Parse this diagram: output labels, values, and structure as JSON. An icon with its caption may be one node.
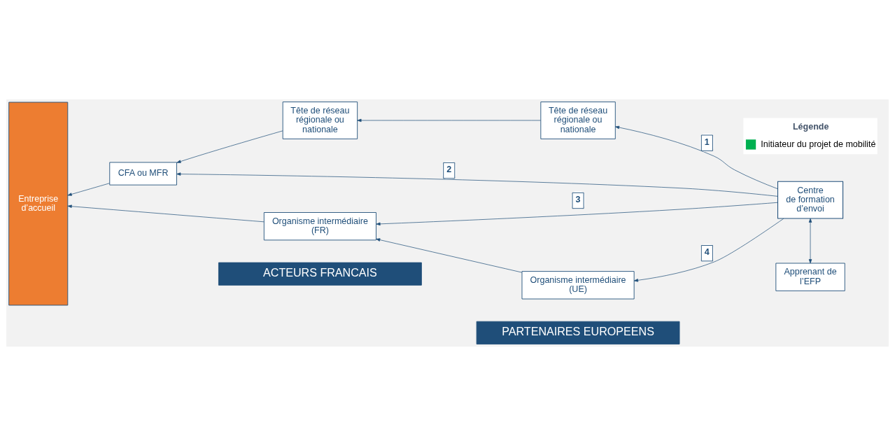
{
  "diagram": {
    "nodes": [
      {
        "text": [
          "ACTEURS FRANCAIS"
        ]
      },
      {
        "text": [
          "PARTENAIRES EUROPEENS"
        ]
      },
      {
        "text": [
          "Entreprise d’accueil"
        ]
      },
      {
        "text": [
          "Tête de réseau régionale ou nationale"
        ]
      },
      {
        "text": [
          "Tête de réseau régionale ou nationale"
        ]
      },
      {
        "text": [
          "CFA ou MFR"
        ]
      },
      {
        "text": [
          "Centre de formation d’envoi"
        ]
      },
      {
        "text": [
          "Apprenant de l’EFP"
        ]
      },
      {
        "text": [
          "Organisme intermédiaire (FR)"
        ]
      },
      {
        "text": [
          "Organisme intermédiaire (UE)"
        ]
      }
    ],
    "edges": [
      {
        "from": 4,
        "to": 3,
        "arrow": "to"
      },
      {
        "from": 3,
        "to": 5,
        "arrow": "to"
      },
      {
        "from": 5,
        "to": 2,
        "arrow": "to"
      },
      {
        "from": 6,
        "to": 4,
        "arrow": "to",
        "label": "1"
      },
      {
        "from": 6,
        "to": 5,
        "arrow": "to",
        "label": "2"
      },
      {
        "from": 6,
        "to": 8,
        "arrow": "to",
        "label": "3"
      },
      {
        "from": 6,
        "to": 9,
        "arrow": "to",
        "label": "4"
      },
      {
        "from": 6,
        "to": 7,
        "arrow": "both"
      },
      {
        "from": 9,
        "to": 8,
        "arrow": "to"
      },
      {
        "from": 8,
        "to": 2,
        "arrow": "to"
      }
    ],
    "labels": [
      "Légende"
    ],
    "legend": [
      {
        "text": "Initiateur du projet de mobilité",
        "color": "#00b050"
      }
    ]
  }
}
